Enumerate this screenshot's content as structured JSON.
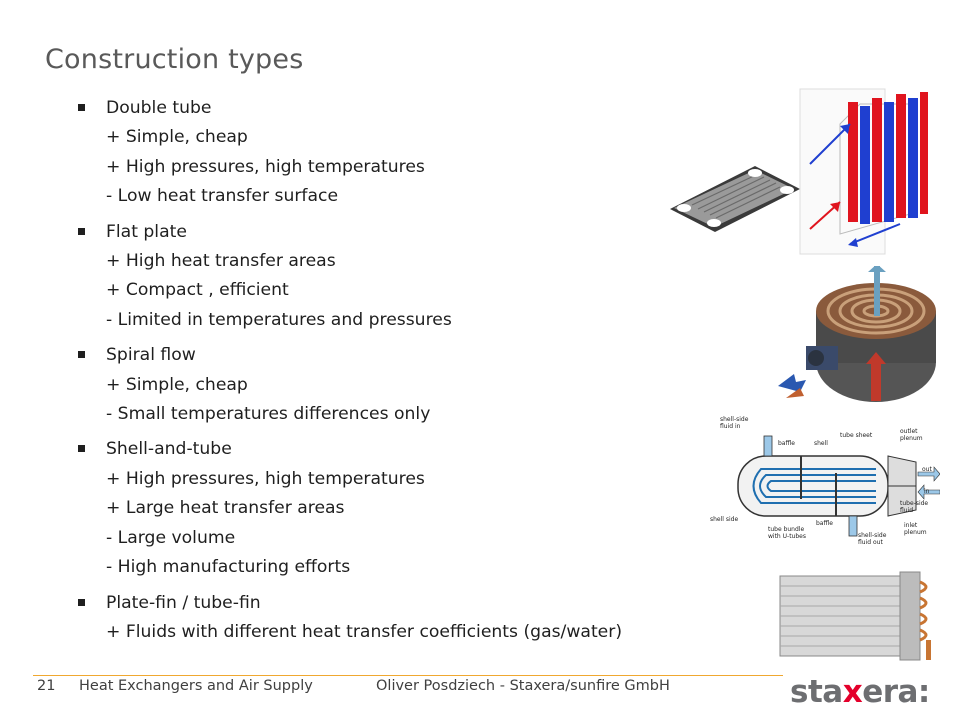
{
  "slide": {
    "title": "Construction types"
  },
  "bullets": [
    {
      "heading": "Double tube",
      "lines": [
        "+ Simple, cheap",
        "+ High pressures, high temperatures",
        "- Low heat transfer surface"
      ]
    },
    {
      "heading": "Flat plate",
      "lines": [
        "+ High heat transfer areas",
        "+ Compact , efficient",
        "- Limited in temperatures and pressures"
      ]
    },
    {
      "heading": "Spiral flow",
      "lines": [
        "+ Simple, cheap",
        "- Small temperatures differences only"
      ]
    },
    {
      "heading": "Shell-and-tube",
      "lines": [
        "+ High pressures, high temperatures",
        "+ Large heat transfer areas",
        "- Large volume",
        "- High manufacturing efforts"
      ]
    },
    {
      "heading": "Plate-fin / tube-fin",
      "lines": [
        "+ Fluids with different heat transfer  coefficients (gas/water)"
      ]
    }
  ],
  "diagram": {
    "labels": {
      "shell_side_fluid_in": "shell-side fluid in",
      "baffle_top": "baffle",
      "shell": "shell",
      "tube_sheet": "tube sheet",
      "outlet_plenum": "outlet plenum",
      "out": "out",
      "in": "in",
      "tube_side_fluid": "tube-side fluid",
      "inlet_plenum": "inlet plenum",
      "shell_side": "shell side",
      "tube_bundle": "tube bundle with U-tubes",
      "baffle_bottom": "baffle",
      "shell_side_fluid_out": "shell-side fluid out"
    }
  },
  "footer": {
    "page_number": "21",
    "course": "Heat Exchangers and Air Supply",
    "author": "Oliver Posdziech - Staxera/sunfire GmbH",
    "logo_pre": "sta",
    "logo_x": "x",
    "logo_post": "era:"
  },
  "colors": {
    "accent_line": "#f0a830",
    "logo_red": "#e4002b",
    "logo_gray": "#6d6e71",
    "hot": "#e0141e",
    "cold": "#1f3fd0"
  }
}
